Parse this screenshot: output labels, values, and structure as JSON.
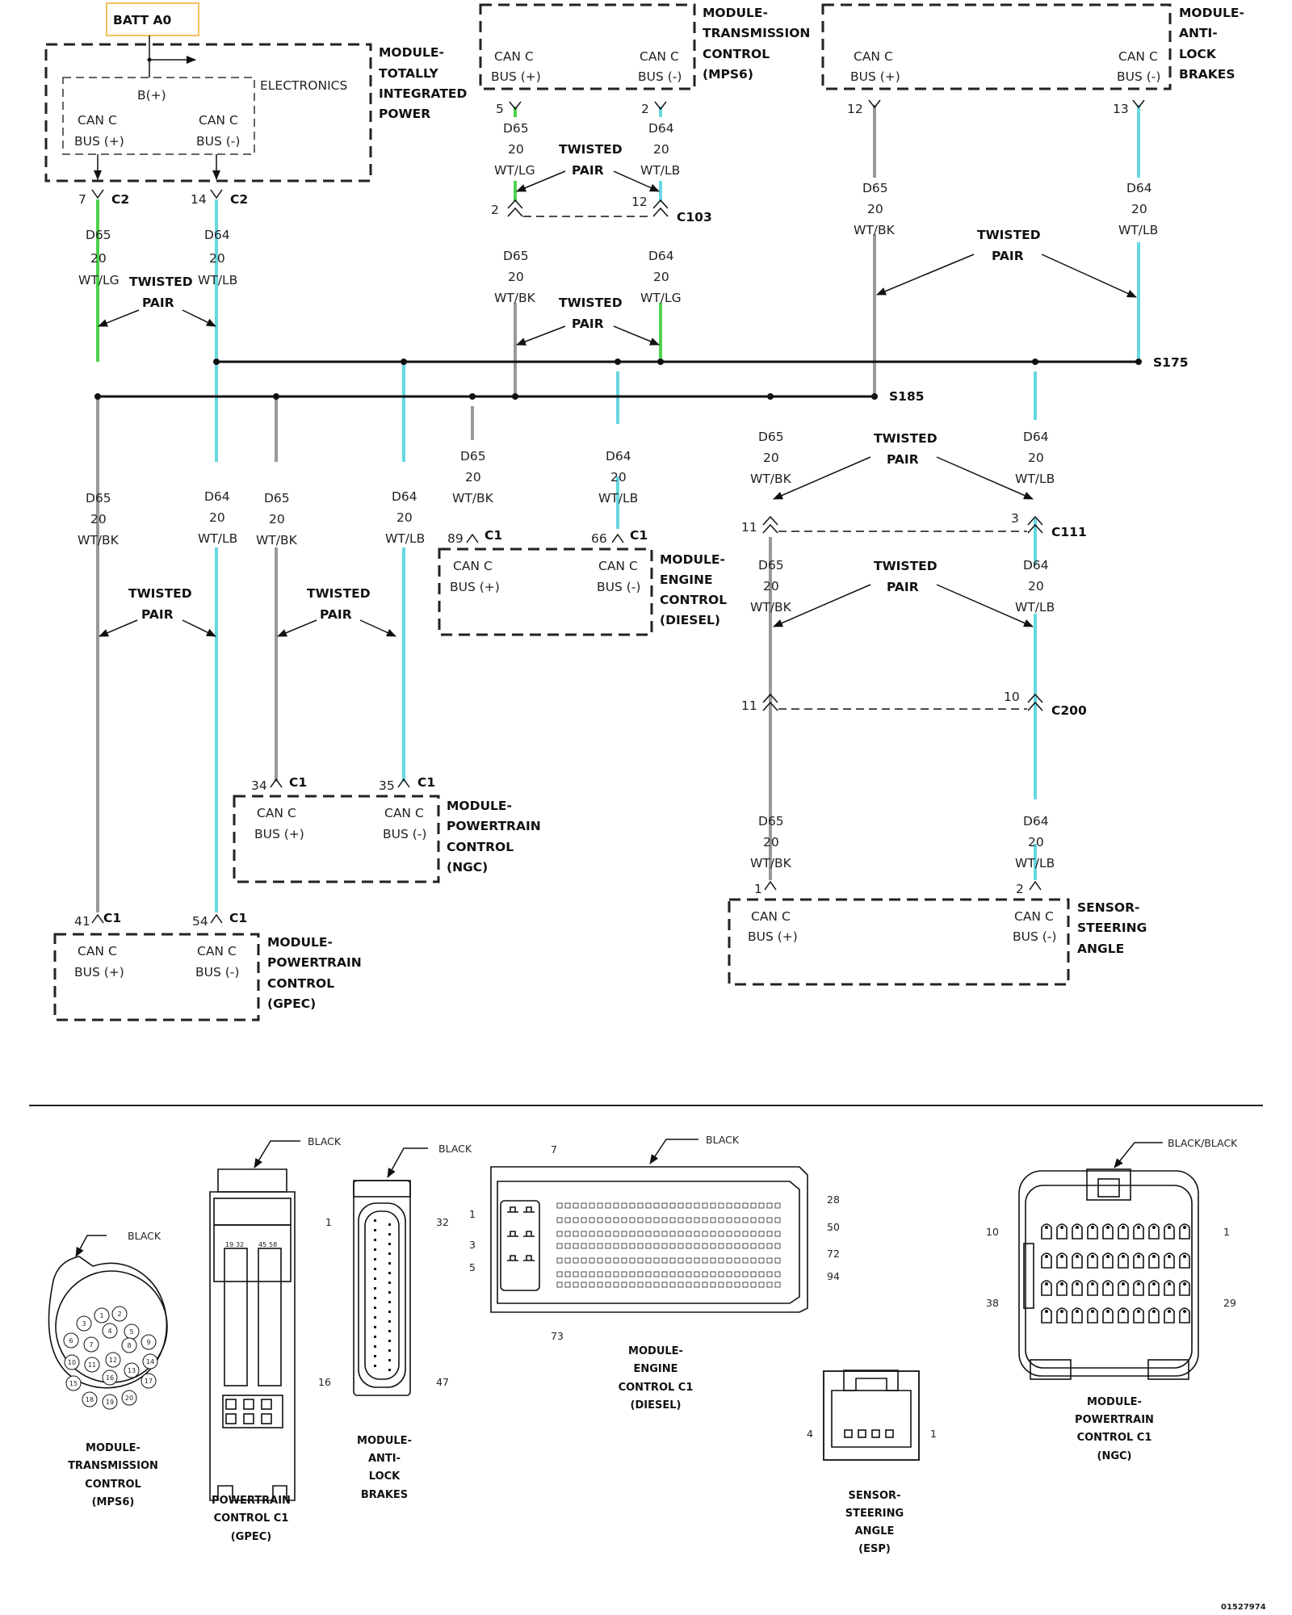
{
  "colors": {
    "wt_lg": "#4cd34c",
    "wt_lb": "#66d8e0",
    "wt_bk": "#999999",
    "line": "#111111",
    "batt_box": "#f2c25a"
  },
  "labels": {
    "batt": "BATT A0",
    "electronics": "ELECTRONICS",
    "bplus": "B(+)",
    "canc": "CAN C",
    "bus_pos": "BUS (+)",
    "bus_neg": "BUS (-)",
    "twisted": "TWISTED",
    "pair": "PAIR",
    "d65": "D65",
    "d64": "D64",
    "gauge": "20",
    "wtlg": "WT/LG",
    "wtlb": "WT/LB",
    "wtbk": "WT/BK",
    "c1": "C1",
    "c2": "C2",
    "c103": "C103",
    "c111": "C111",
    "c200": "C200",
    "s175": "S175",
    "s185": "S185",
    "doc_number": "01527974"
  },
  "modules": {
    "tipm": [
      "MODULE-",
      "TOTALLY",
      "INTEGRATED",
      "POWER"
    ],
    "tcm": [
      "MODULE-",
      "TRANSMISSION",
      "CONTROL",
      "(MPS6)"
    ],
    "abs": [
      "MODULE-",
      "ANTI-",
      "LOCK",
      "BRAKES"
    ],
    "ecm_diesel": [
      "MODULE-",
      "ENGINE",
      "CONTROL",
      "(DIESEL)"
    ],
    "pcm_ngc": [
      "MODULE-",
      "POWERTRAIN",
      "CONTROL",
      "(NGC)"
    ],
    "pcm_gpec": [
      "MODULE-",
      "POWERTRAIN",
      "CONTROL",
      "(GPEC)"
    ],
    "sas": [
      "SENSOR-",
      "STEERING",
      "ANGLE"
    ]
  },
  "pins": {
    "tipm_pos": "7",
    "tipm_neg": "14",
    "tcm_pos": "5",
    "tcm_neg": "2",
    "abs_pos": "12",
    "abs_neg": "13",
    "c103_pos": "2",
    "c103_neg": "12",
    "ecm_pos": "89",
    "ecm_neg": "66",
    "ngc_pos": "34",
    "ngc_neg": "35",
    "gpec_pos": "41",
    "gpec_neg": "54",
    "c111_pos": "11",
    "c111_neg": "3",
    "c200_pos": "11",
    "c200_neg": "10",
    "sas_pos": "1",
    "sas_neg": "2"
  },
  "connectors": {
    "tcm": {
      "color": "BLACK",
      "caption": [
        "MODULE-",
        "TRANSMISSION",
        "CONTROL",
        "(MPS6)"
      ],
      "pins": [
        "1",
        "2",
        "3",
        "4",
        "5",
        "6",
        "7",
        "8",
        "9",
        "10",
        "11",
        "12",
        "13",
        "14",
        "15",
        "16",
        "17",
        "18",
        "19",
        "20"
      ]
    },
    "gpec": {
      "color": "BLACK",
      "caption": [
        "POWERTRAIN",
        "CONTROL C1",
        "(GPEC)"
      ],
      "pin_a": "19",
      "pin_b": "32",
      "pin_c": "45",
      "pin_d": "58"
    },
    "abs": {
      "color": "BLACK",
      "caption": [
        "MODULE-",
        "ANTI-",
        "LOCK",
        "BRAKES"
      ],
      "pin_tl": "1",
      "pin_tr": "32",
      "pin_bl": "16",
      "pin_br": "47"
    },
    "ecm": {
      "color": "BLACK",
      "caption": [
        "MODULE-",
        "ENGINE",
        "CONTROL C1",
        "(DIESEL)"
      ],
      "pin_top": "7",
      "pin_bottom": "73",
      "left_pins": [
        "1",
        "3",
        "5"
      ],
      "right_pins": [
        "28",
        "50",
        "72",
        "94"
      ]
    },
    "esp": {
      "caption": [
        "SENSOR-",
        "STEERING",
        "ANGLE",
        "(ESP)"
      ],
      "pin_left": "4",
      "pin_right": "1"
    },
    "ngc": {
      "color": "BLACK/BLACK",
      "caption": [
        "MODULE-",
        "POWERTRAIN",
        "CONTROL C1",
        "(NGC)"
      ],
      "pin_tl": "10",
      "pin_tr": "1",
      "pin_bl": "38",
      "pin_br": "29"
    }
  }
}
